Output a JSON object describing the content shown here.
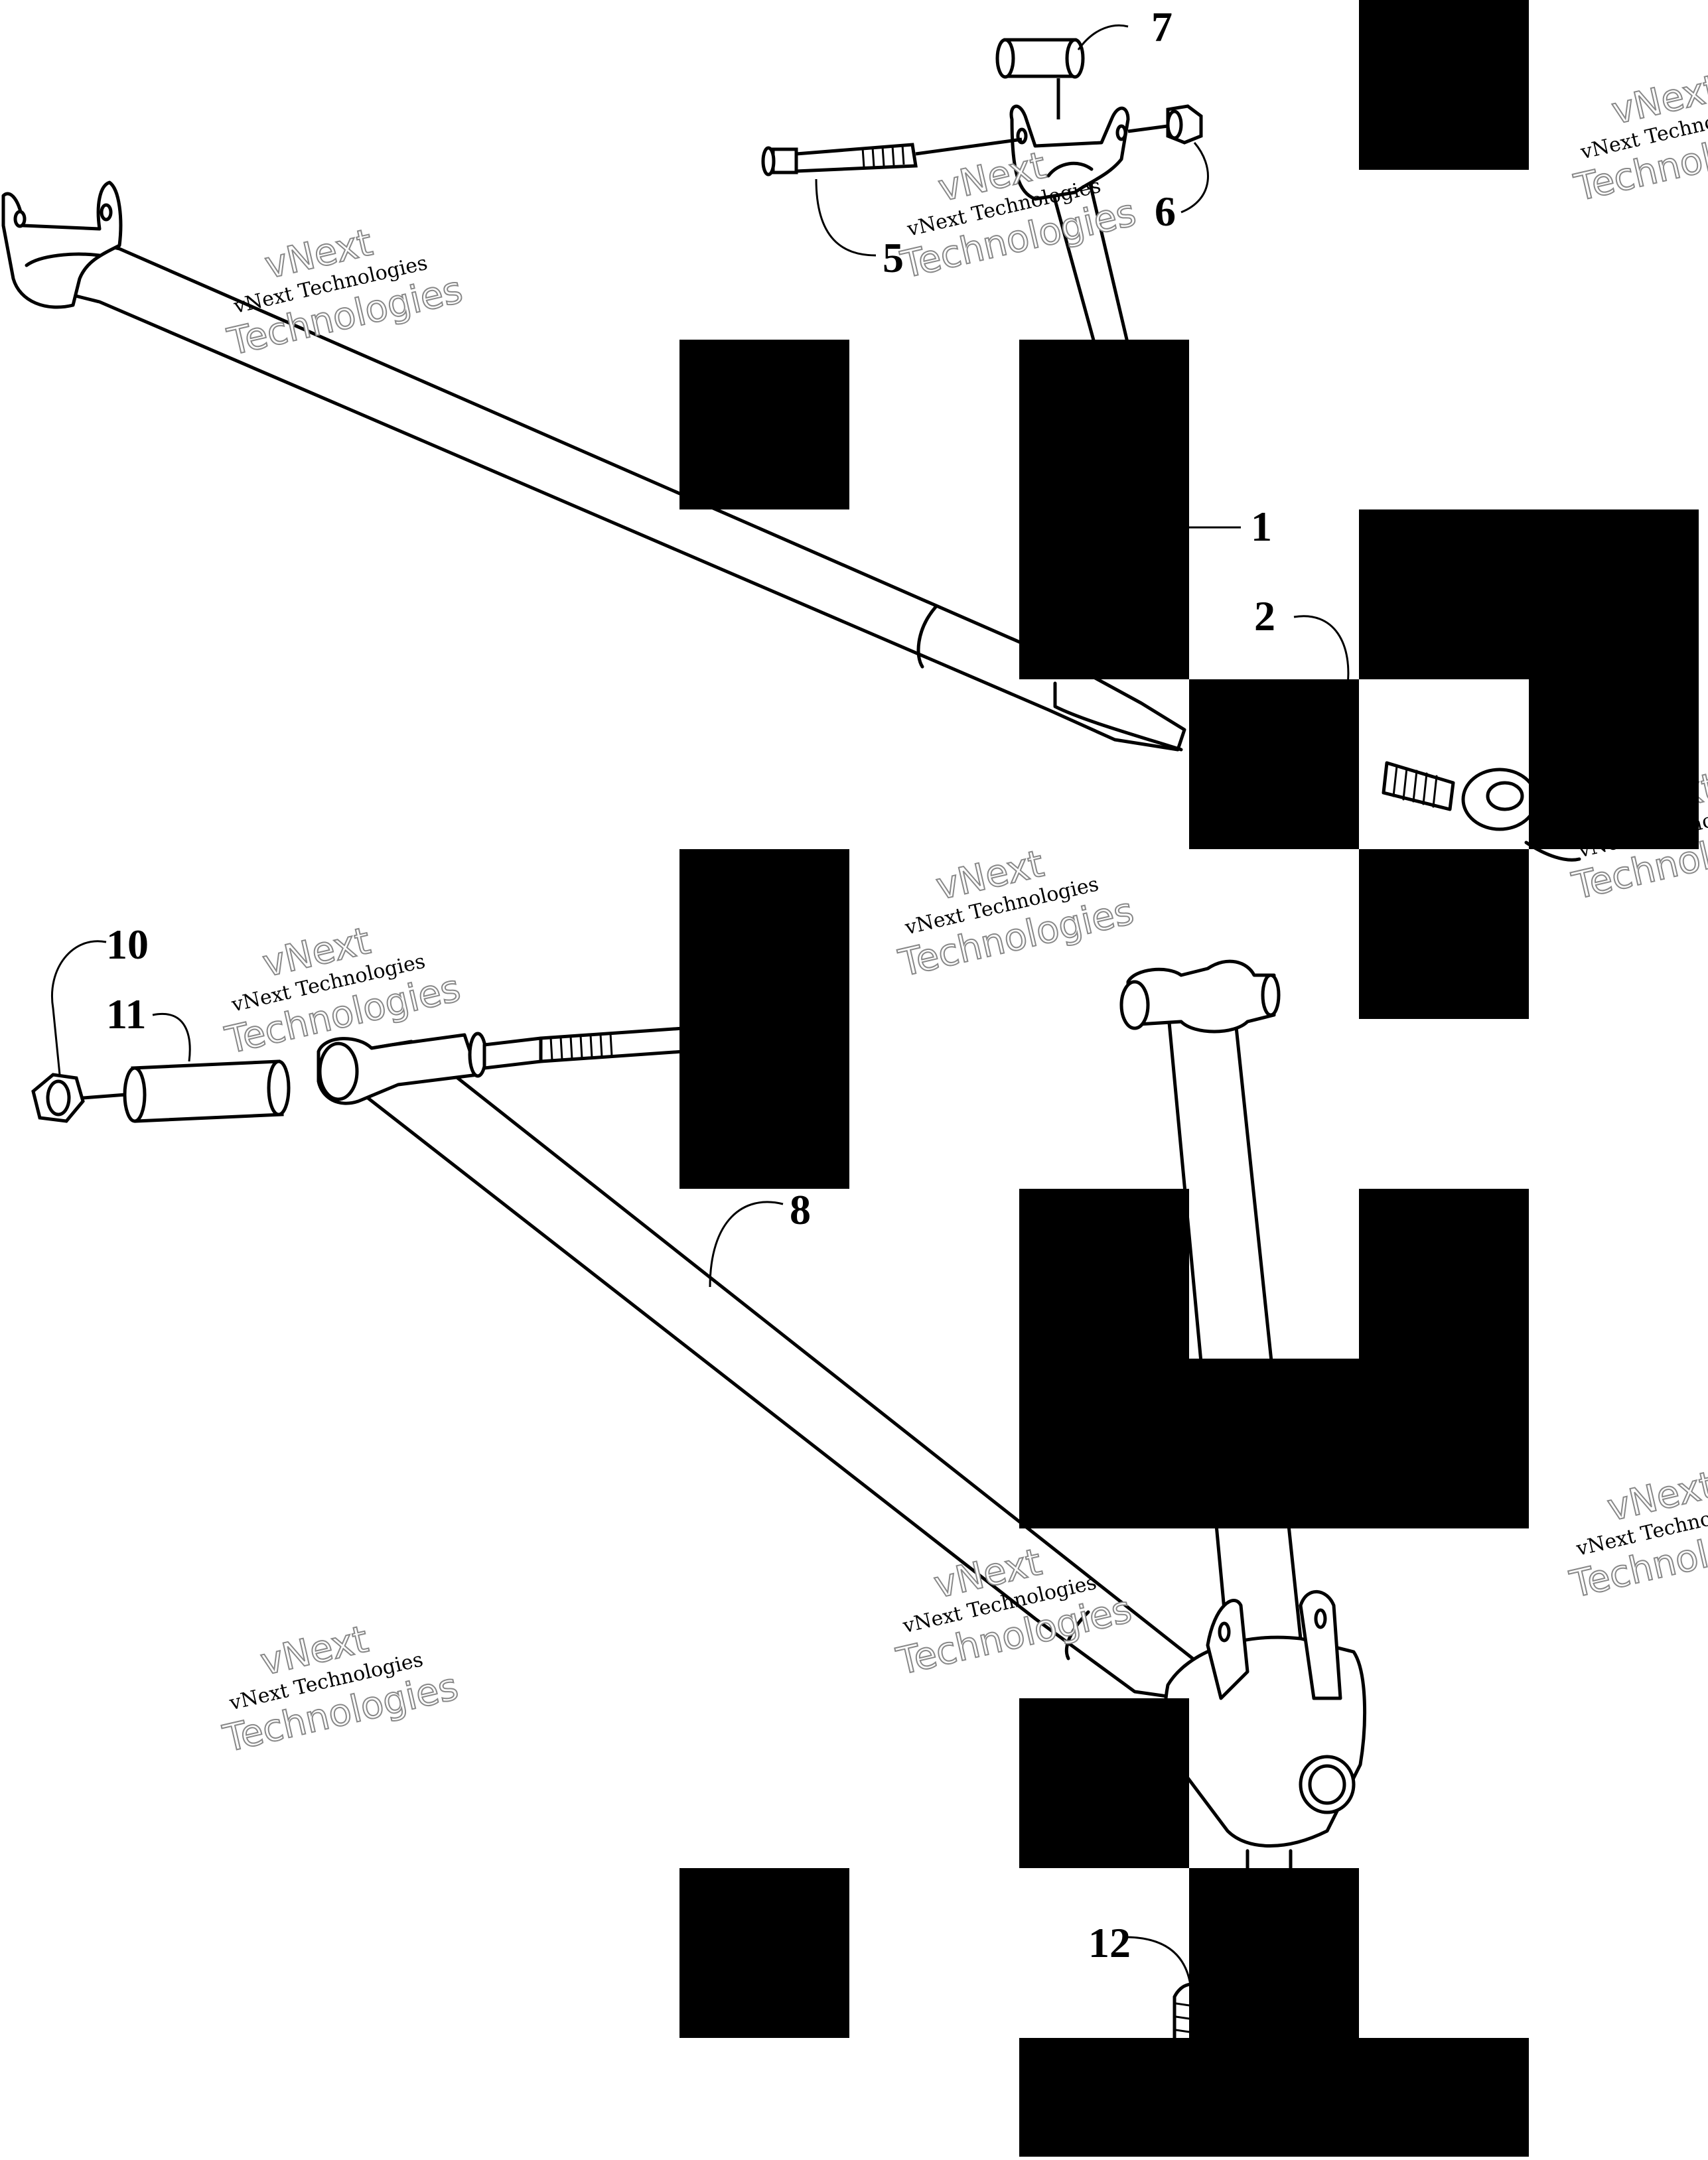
{
  "watermark": {
    "line1": "vNext Technologies",
    "line2": "Technologies",
    "overlay": "vNext"
  },
  "callouts": [
    {
      "label": "7",
      "part": "bushing"
    },
    {
      "label": "6",
      "part": "nut"
    },
    {
      "label": "5",
      "part": "bolt"
    },
    {
      "label": "1",
      "part": "upper-a-arm"
    },
    {
      "label": "2",
      "part": "ball-joint"
    },
    {
      "label": "10",
      "part": "nut"
    },
    {
      "label": "11",
      "part": "bushing"
    },
    {
      "label": "8",
      "part": "lower-a-arm"
    },
    {
      "label": "12",
      "part": "ball-joint"
    }
  ],
  "colors": {
    "line": "#000000",
    "fill": "#ffffff",
    "redaction": "#000000",
    "watermark_outline": "#888888"
  }
}
